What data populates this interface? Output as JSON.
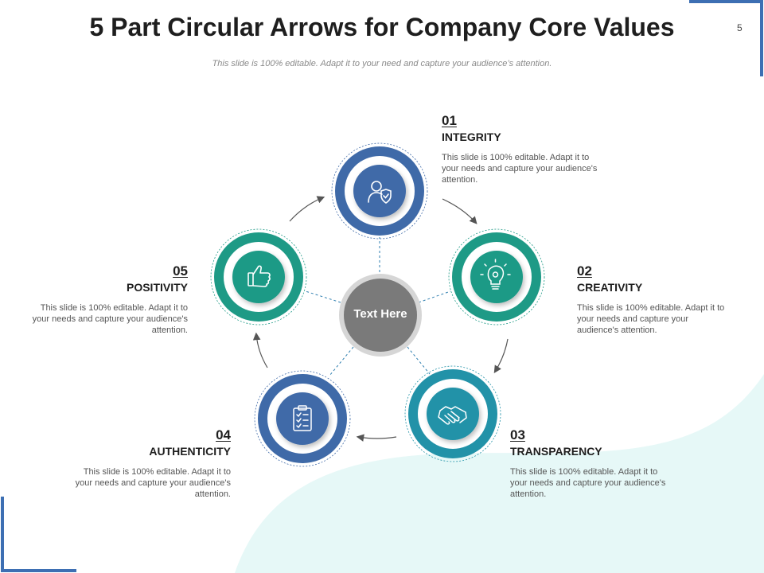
{
  "slide": {
    "title": "5 Part Circular Arrows for Company Core Values",
    "subtitle": "This slide is 100% editable. Adapt it to your need and capture your audience’s attention.",
    "page_number": "5"
  },
  "center": {
    "label": "Text Here"
  },
  "items": [
    {
      "number": "01",
      "heading": "INTEGRITY",
      "description": "This slide is 100% editable. Adapt it to your needs and capture your audience's attention.",
      "icon": "user-shield-icon"
    },
    {
      "number": "02",
      "heading": "CREATIVITY",
      "description": "This slide is 100% editable. Adapt it to your needs and capture your audience's attention.",
      "icon": "lightbulb-gear-icon"
    },
    {
      "number": "03",
      "heading": "TRANSPARENCY",
      "description": "This slide is 100% editable. Adapt it to your needs and capture your audience's attention.",
      "icon": "handshake-icon"
    },
    {
      "number": "04",
      "heading": "AUTHENTICITY",
      "description": "This slide is 100% editable. Adapt it to your needs and capture your audience's attention.",
      "icon": "clipboard-checklist-icon"
    },
    {
      "number": "05",
      "heading": "POSITIVITY",
      "description": "This slide is 100% editable. Adapt it to your needs and capture your audience's attention.",
      "icon": "thumbs-up-icon"
    }
  ],
  "colors": {
    "blue": "#3f6aa8",
    "green": "#1e9a86",
    "teal": "#2292a8",
    "center_gray": "#7a7a7a",
    "accent_frame": "#3d6fb3",
    "bg_tint": "#e6f8f7"
  }
}
